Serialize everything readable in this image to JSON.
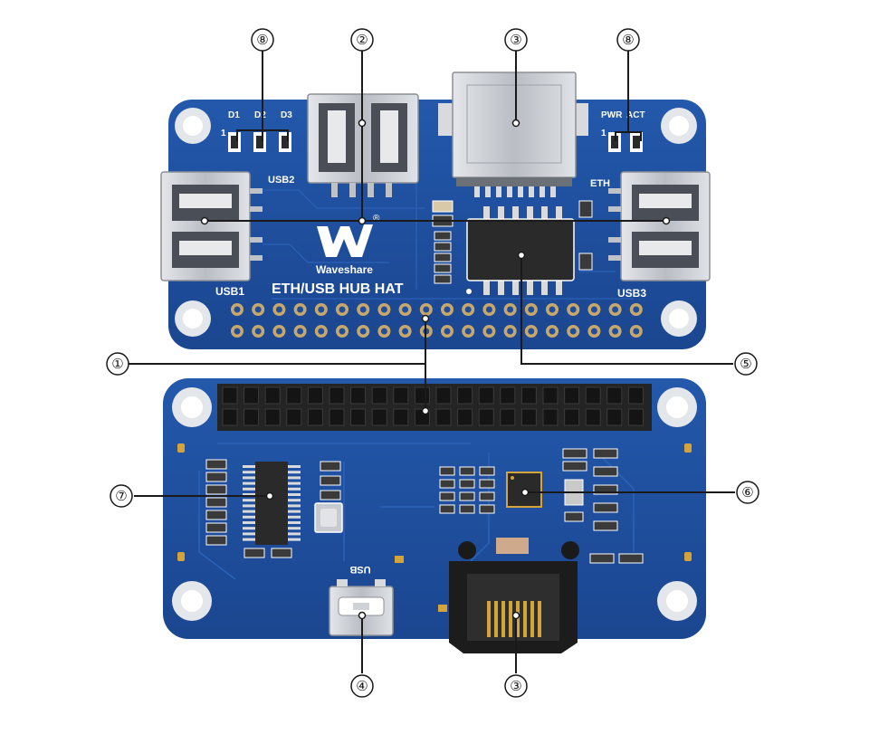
{
  "colors": {
    "pcb": "#1f4f9c",
    "pcb_dark": "#163d7e",
    "silkscreen": "#ffffff",
    "metal": "#c9ccd1",
    "header": "#2b2b2b",
    "gold": "#d4a43a",
    "leader": "#1a1a1a"
  },
  "top_board": {
    "led_labels": [
      "D1",
      "D2",
      "D3"
    ],
    "led_marker": "1",
    "pwr_label": "PWR",
    "act_label": "ACT",
    "usb1_label": "USB1",
    "usb2_label": "USB2",
    "usb3_label": "USB3",
    "eth_label": "ETH",
    "brand": "Waveshare",
    "registered": "®",
    "product": "ETH/USB HUB HAT"
  },
  "bottom_board": {
    "usb_label": "USB"
  },
  "callouts": {
    "c1": "①",
    "c2": "②",
    "c3_top": "③",
    "c3_bottom": "③",
    "c4": "④",
    "c5": "⑤",
    "c6": "⑥",
    "c7": "⑦",
    "c8_left": "⑧",
    "c8_right": "⑧"
  }
}
